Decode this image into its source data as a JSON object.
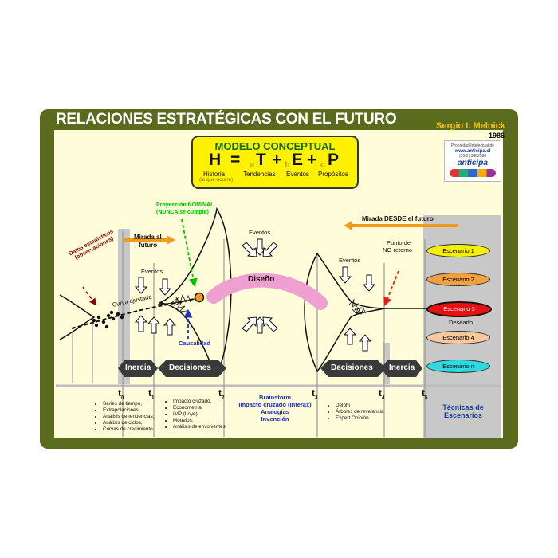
{
  "title": "RELACIONES ESTRATÉGICAS CON EL FUTURO",
  "author": "Sergio I. Melnick",
  "year": "1986",
  "logo": {
    "line1": "Propiedad Intelectual de",
    "url": "www.anticipa.cl",
    "phone": "(56-2) 3482580",
    "brand": "anticipa"
  },
  "model": {
    "title": "MODELO CONCEPTUAL",
    "H": "H",
    "eq": "=",
    "T": "T",
    "plus1": "+",
    "E": "E",
    "plus2": "+",
    "P": "P",
    "a": "a",
    "b": "b",
    "c": "c",
    "historia": "Historia",
    "historia_sub": "(lo que ocurre)",
    "tendencias": "Tendencias",
    "eventos": "Eventos",
    "propositos": "Propósitos"
  },
  "labels": {
    "datos": "Datos estadísticos (observaciones)",
    "mirada_al_futuro_1": "Mirada al",
    "mirada_al_futuro_2": "futuro",
    "proyeccion_1": "Proyección  NOMINAL",
    "proyeccion_2": "(NUNCA se cumple)",
    "eventos_left": "Eventos",
    "curva": "Curva ajustada",
    "causalidad": "Causalidad",
    "eventos_center": "Eventos",
    "diseno": "Diseño",
    "eventos_right": "Eventos",
    "punto_1": "Punto de",
    "punto_2": "NO retorno",
    "mirada_desde": "Mirada DESDE el futuro",
    "deseado": "Deseado",
    "inercia_left": "Inercia",
    "decisiones_left": "Decisiones",
    "decisiones_right": "Decisiones",
    "inercia_right": "Inercia",
    "tecnicas_1": "Técnicas de",
    "tecnicas_2": "Escenarios"
  },
  "scenarios": [
    "Escenario 1",
    "Escenario 2",
    "Escenario 3",
    "Escenario 4",
    "Escenario n"
  ],
  "colors": {
    "frame": "#5b6b1e",
    "panel": "#fefcd9",
    "title": "#ffffff",
    "author": "#f7c400",
    "model_box": "#fff200",
    "model_title": "#0b6b1b",
    "arrow_orange": "#f39a1e",
    "proyeccion": "#00c000",
    "causalidad": "#1a2fd0",
    "datos": "#8b0000",
    "diseno": "#f0a0d0",
    "scenario1": "#f5f000",
    "scenario2": "#f0a040",
    "scenario3": "#e81010",
    "scenario4": "#f5c8a0",
    "scenarion": "#30d8e0"
  },
  "times": [
    {
      "t": "t",
      "sub": "0"
    },
    {
      "t": "t",
      "sub": "1"
    },
    {
      "t": "t",
      "sub": "2"
    },
    {
      "t": "t",
      "sub": "3"
    },
    {
      "t": "t",
      "sub": "4"
    },
    {
      "t": "t",
      "sub": "5"
    }
  ],
  "methods": {
    "col1": [
      "Series de tiempo,",
      "Extrapolaciones,",
      "Análisis de tendencias,",
      "Análisis de ciclos,",
      "Curvas de crecimiento"
    ],
    "col2": [
      "Impacto cruzado,",
      "Econometría,",
      "IMP (Loye),",
      "Modelos,",
      "Análisis de envolventes"
    ],
    "col3": [
      "Brainstorm",
      "Impacto cruzado (Interax)",
      "Analogías",
      "Invención"
    ],
    "col4": [
      "Delphi",
      "Árboles de revelancia",
      "Expert Opinión"
    ]
  }
}
